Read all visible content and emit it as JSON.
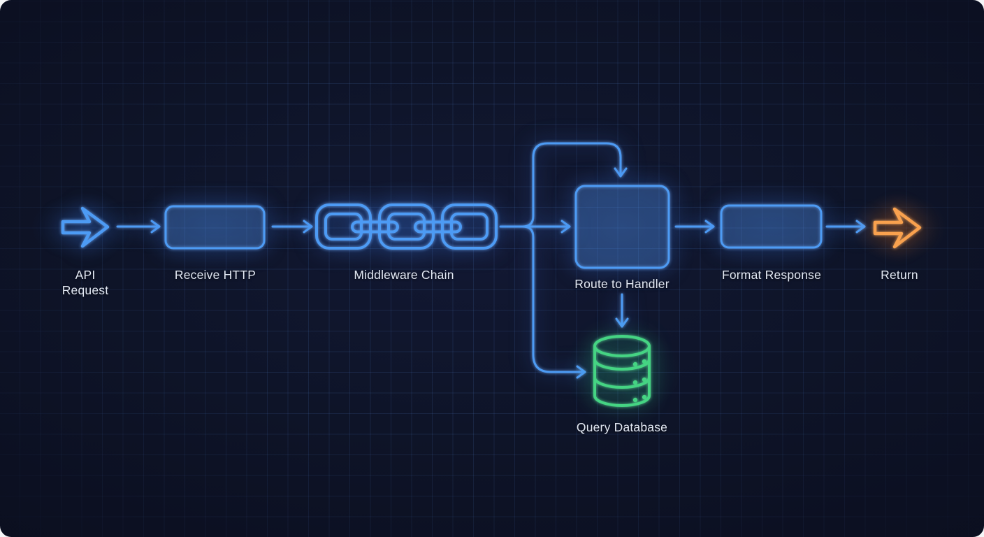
{
  "colors": {
    "background": "#0d1226",
    "grid_line": "#22335c",
    "primary_blue": "#4d9bf4",
    "box_fill": "rgba(96,165,250,0.13)",
    "accent_green": "#45d483",
    "accent_orange": "#f9a14e",
    "label_text": "#e3e9f4"
  },
  "diagram": {
    "nodes": [
      {
        "id": "api-request",
        "label": "API Request",
        "shape": "arrow-right-icon",
        "color": "#4d9bf4"
      },
      {
        "id": "receive-http",
        "label": "Receive HTTP",
        "shape": "rounded-box",
        "color": "#4d9bf4"
      },
      {
        "id": "middleware-chain",
        "label": "Middleware Chain",
        "shape": "chain-links-icon",
        "color": "#4d9bf4"
      },
      {
        "id": "route-to-handler",
        "label": "Route to Handler",
        "shape": "rounded-box",
        "color": "#4d9bf4"
      },
      {
        "id": "query-database",
        "label": "Query Database",
        "shape": "database-cylinder-icon",
        "color": "#45d483"
      },
      {
        "id": "format-response",
        "label": "Format Response",
        "shape": "rounded-box",
        "color": "#4d9bf4"
      },
      {
        "id": "return",
        "label": "Return",
        "shape": "arrow-right-icon",
        "color": "#f9a14e"
      }
    ],
    "edges": [
      {
        "from": "api-request",
        "to": "receive-http",
        "style": "straight"
      },
      {
        "from": "receive-http",
        "to": "middleware-chain",
        "style": "straight"
      },
      {
        "from": "middleware-chain",
        "to": "route-to-handler",
        "style": "straight"
      },
      {
        "from": "middleware-chain",
        "to": "route-to-handler",
        "style": "loop-over-top"
      },
      {
        "from": "middleware-chain",
        "to": "query-database",
        "style": "down-elbow"
      },
      {
        "from": "route-to-handler",
        "to": "query-database",
        "style": "straight-down"
      },
      {
        "from": "route-to-handler",
        "to": "format-response",
        "style": "straight"
      },
      {
        "from": "format-response",
        "to": "return",
        "style": "straight"
      }
    ]
  }
}
